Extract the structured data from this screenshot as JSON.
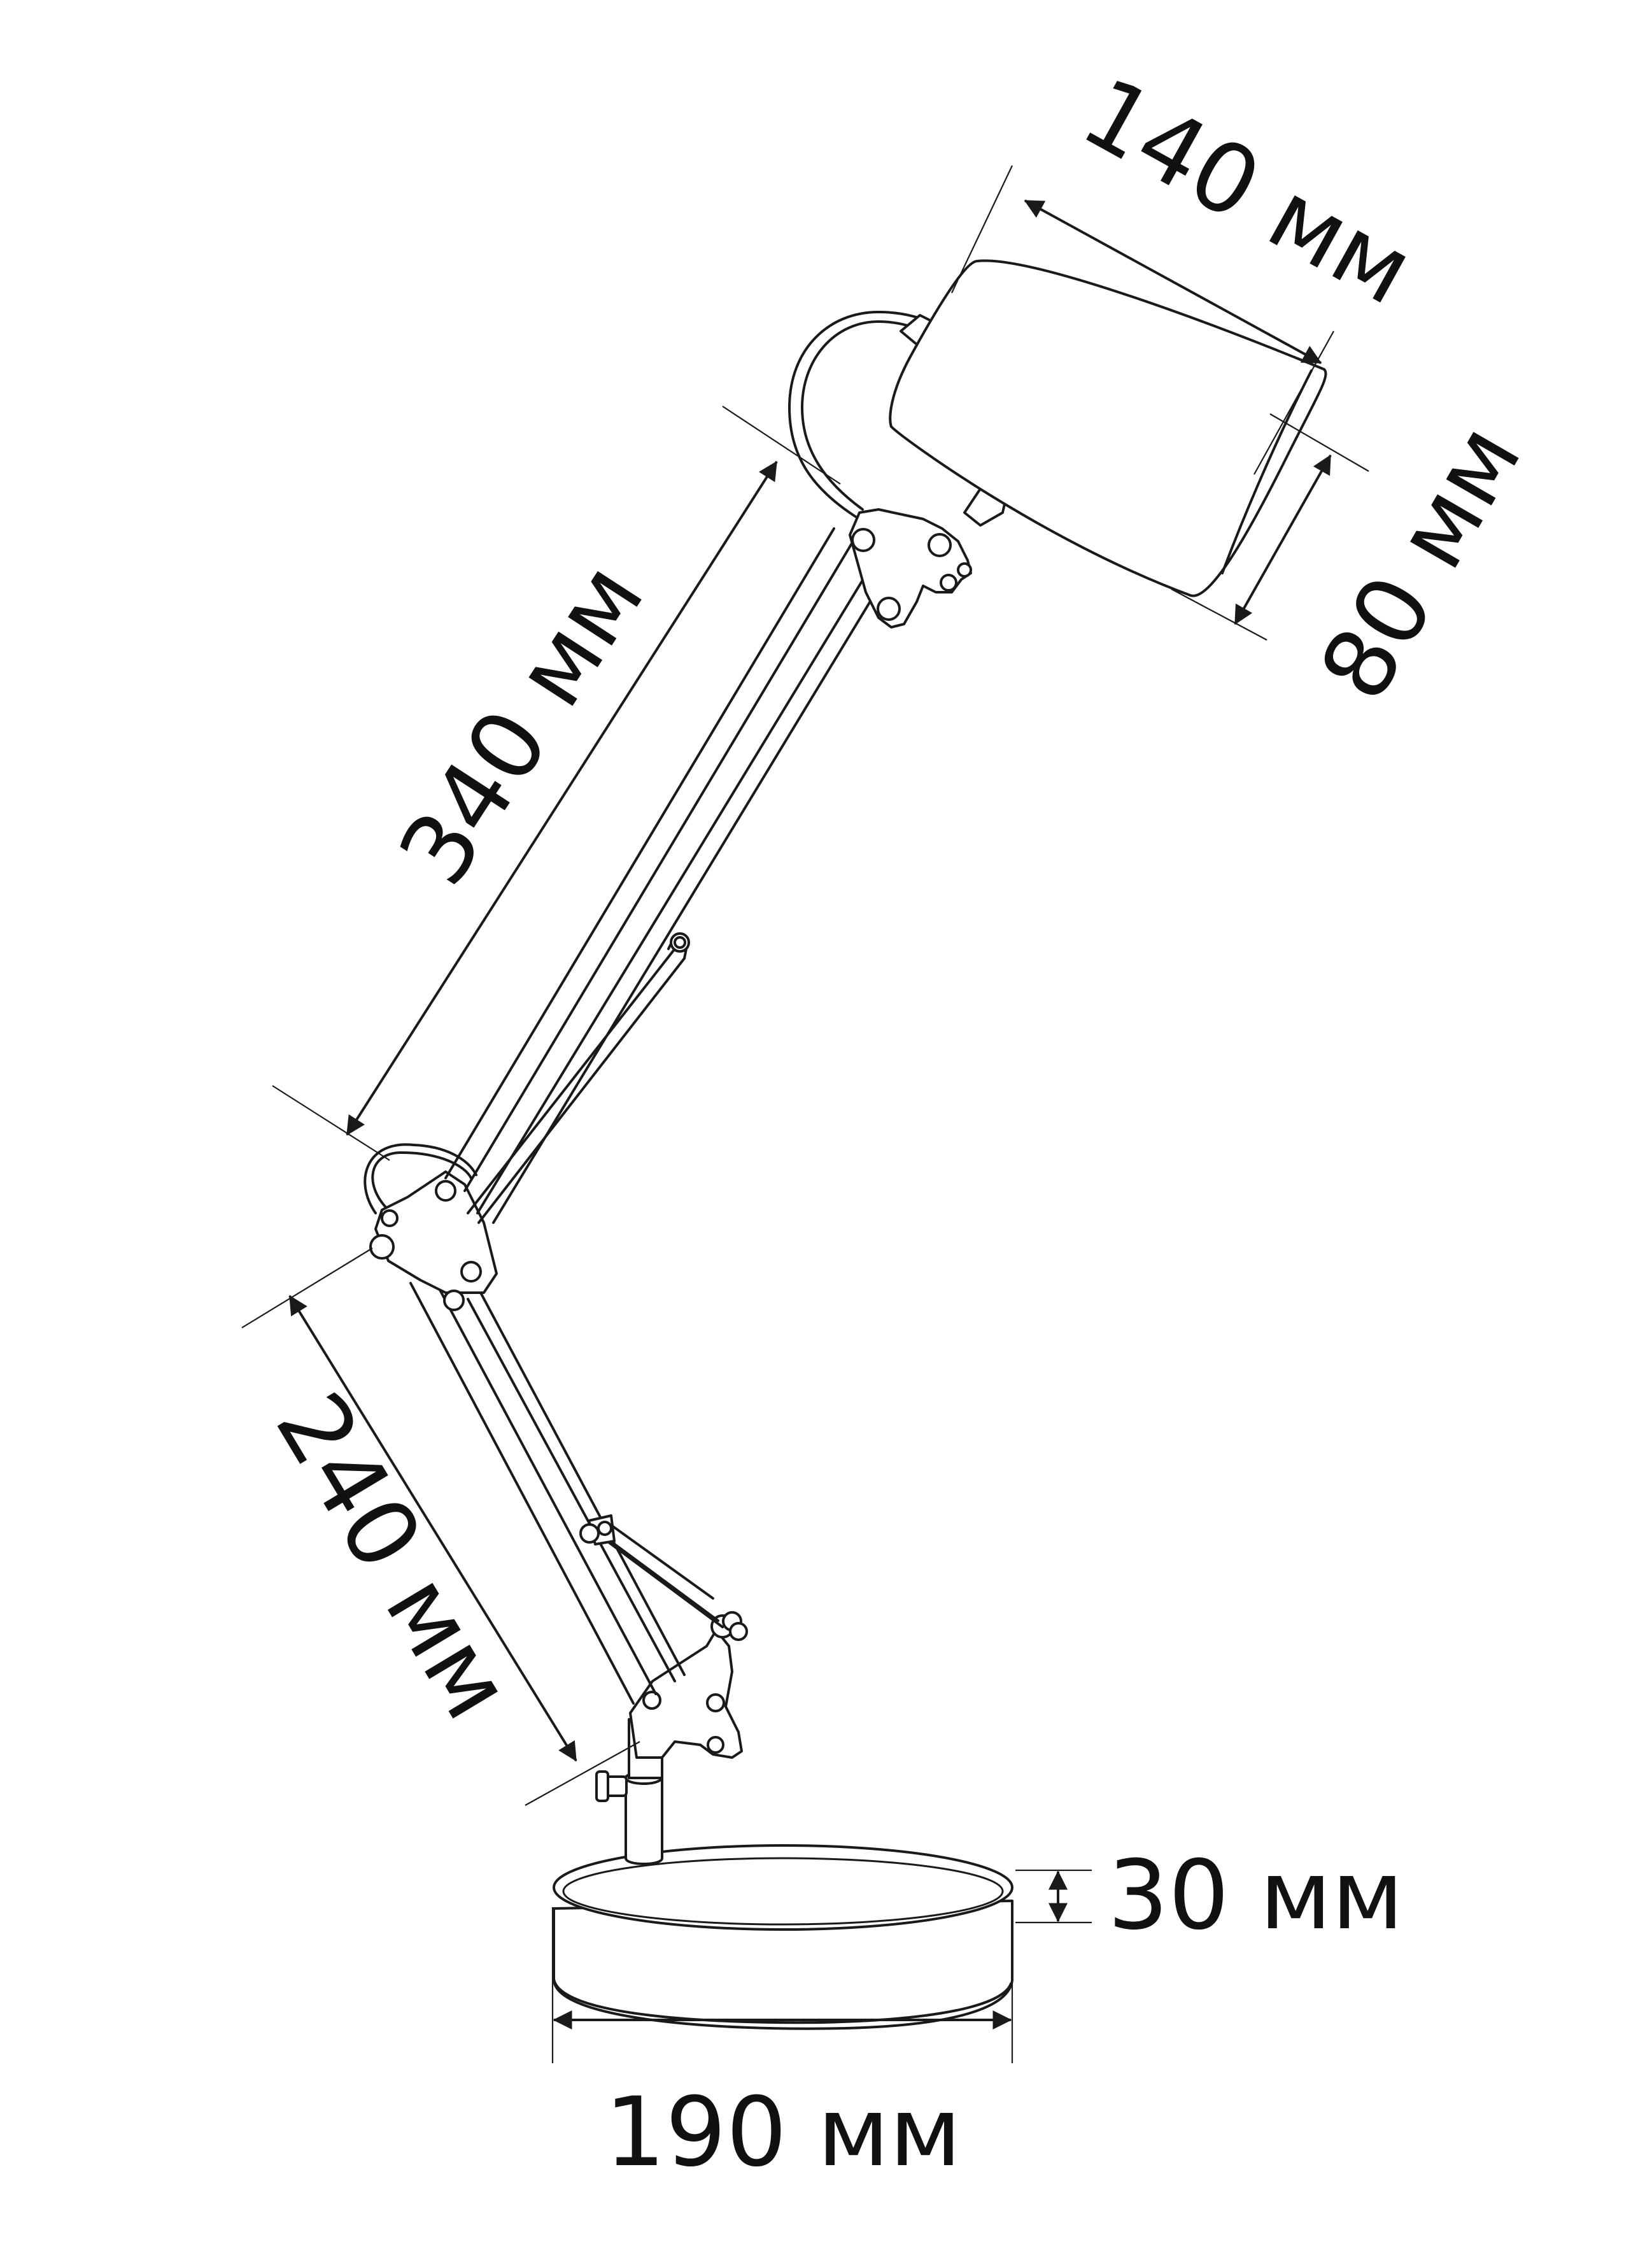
{
  "diagram": {
    "dimensions": {
      "shade_length": "140 мм",
      "shade_height": "80 мм",
      "upper_arm": "340 мм",
      "lower_arm": "240 мм",
      "base_height": "30 мм",
      "base_diameter": "190 мм"
    }
  }
}
